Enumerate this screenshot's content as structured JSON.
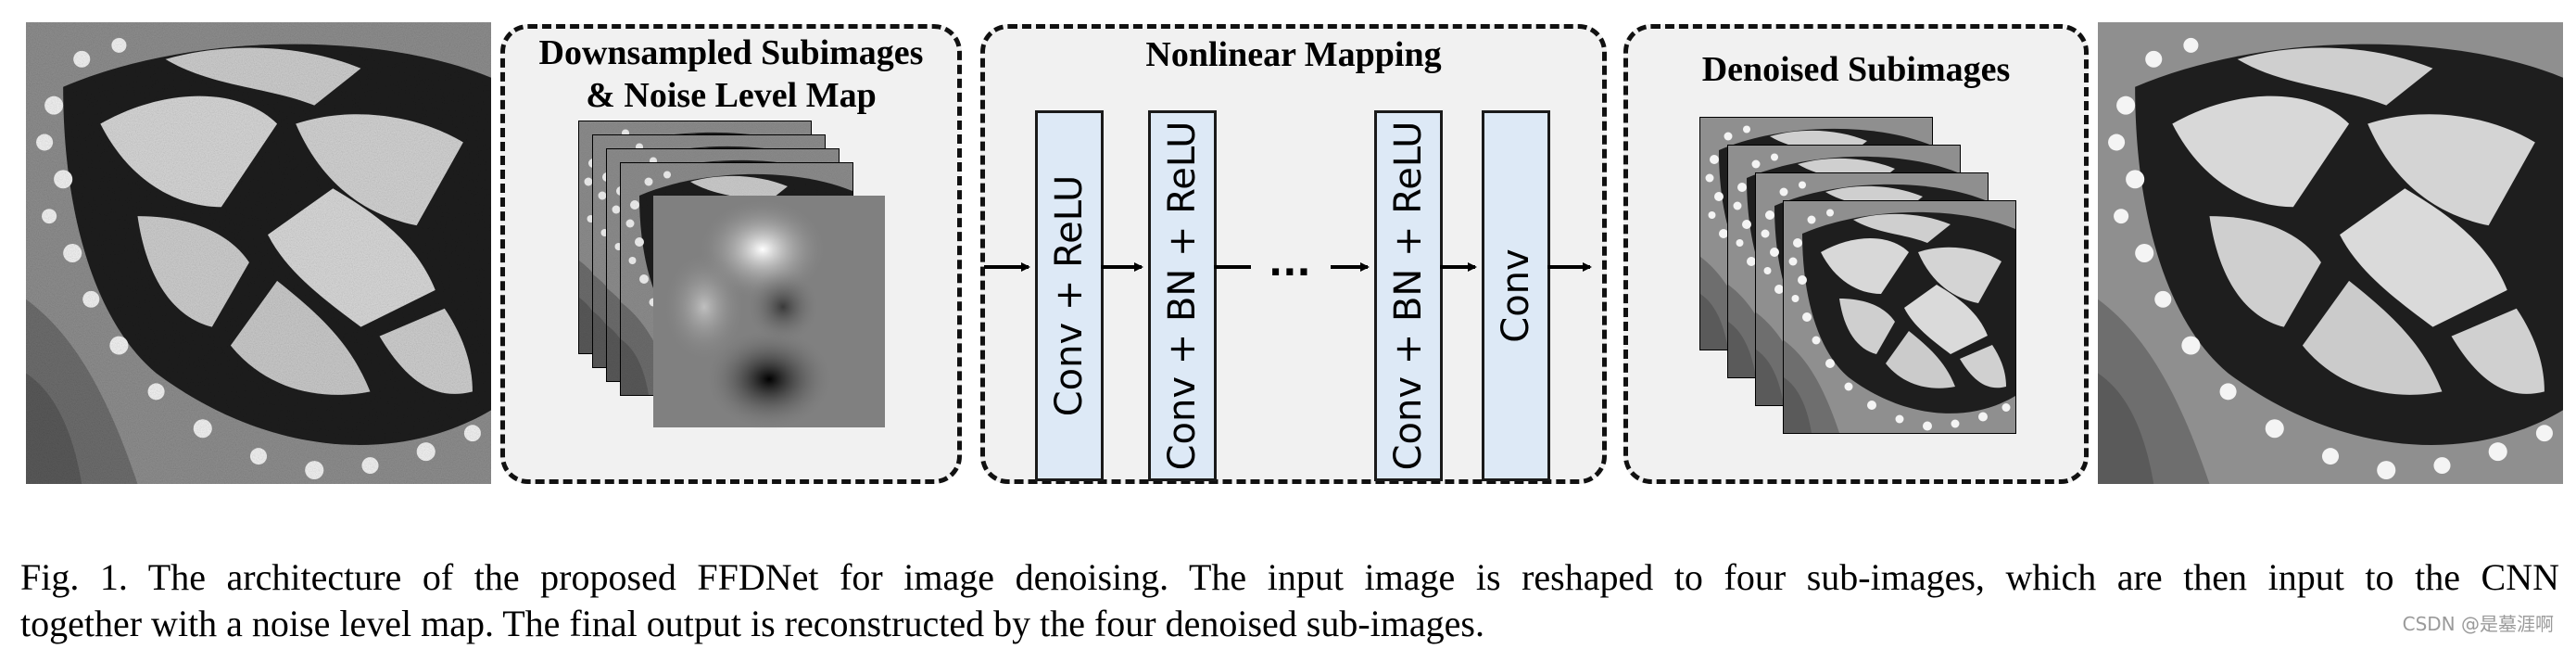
{
  "modules": {
    "downsample_title_line1": "Downsampled Subimages",
    "downsample_title_line2": "& Noise Level Map",
    "mapping_title": "Nonlinear Mapping",
    "denoised_title": "Denoised Subimages"
  },
  "layers": [
    {
      "label": "Conv + ReLU"
    },
    {
      "label": "Conv + BN + ReLU"
    },
    {
      "label": "Conv + BN + ReLU"
    },
    {
      "label": "Conv"
    }
  ],
  "ellipsis": "···",
  "caption": {
    "line1": "Fig. 1.  The architecture of the proposed FFDNet for image denoising. The input image is reshaped to four sub-images, which are then input to the CNN",
    "line2": "together with a noise level map. The final output is reconstructed by the four denoised sub-images."
  },
  "watermark": "CSDN @是墓涯啊",
  "colors": {
    "layer_fill": "#dde9f6",
    "box_fill": "#f1f1f1",
    "box_border": "#111111"
  }
}
